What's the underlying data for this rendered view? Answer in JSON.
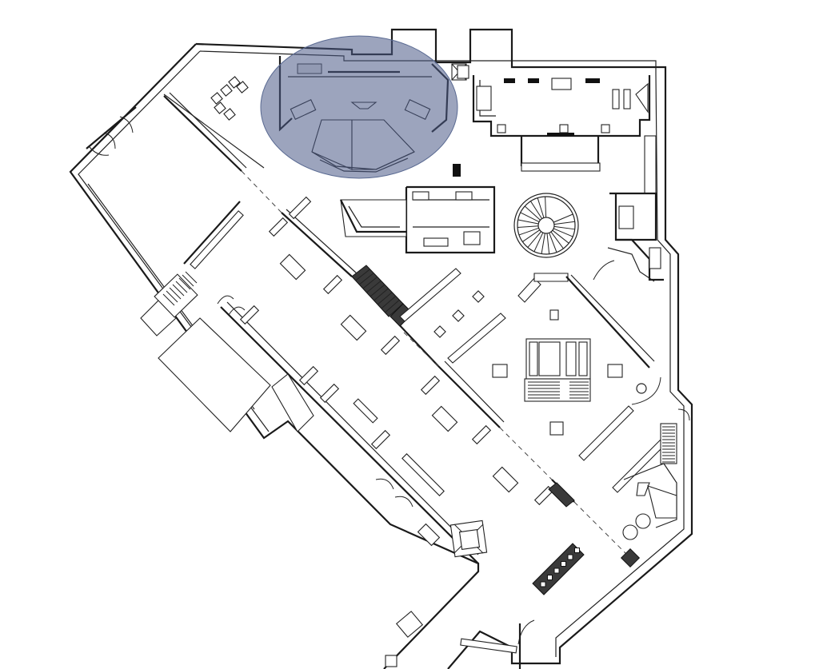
{
  "diagram": {
    "kind": "architectural floor plan",
    "colors": {
      "background": "#ffffff",
      "walls": "#1a1a1a",
      "fixtures": "#111111",
      "highlight": "#4a5a86"
    },
    "highlight": {
      "shape": "ellipse",
      "opacity": 0.55
    }
  }
}
